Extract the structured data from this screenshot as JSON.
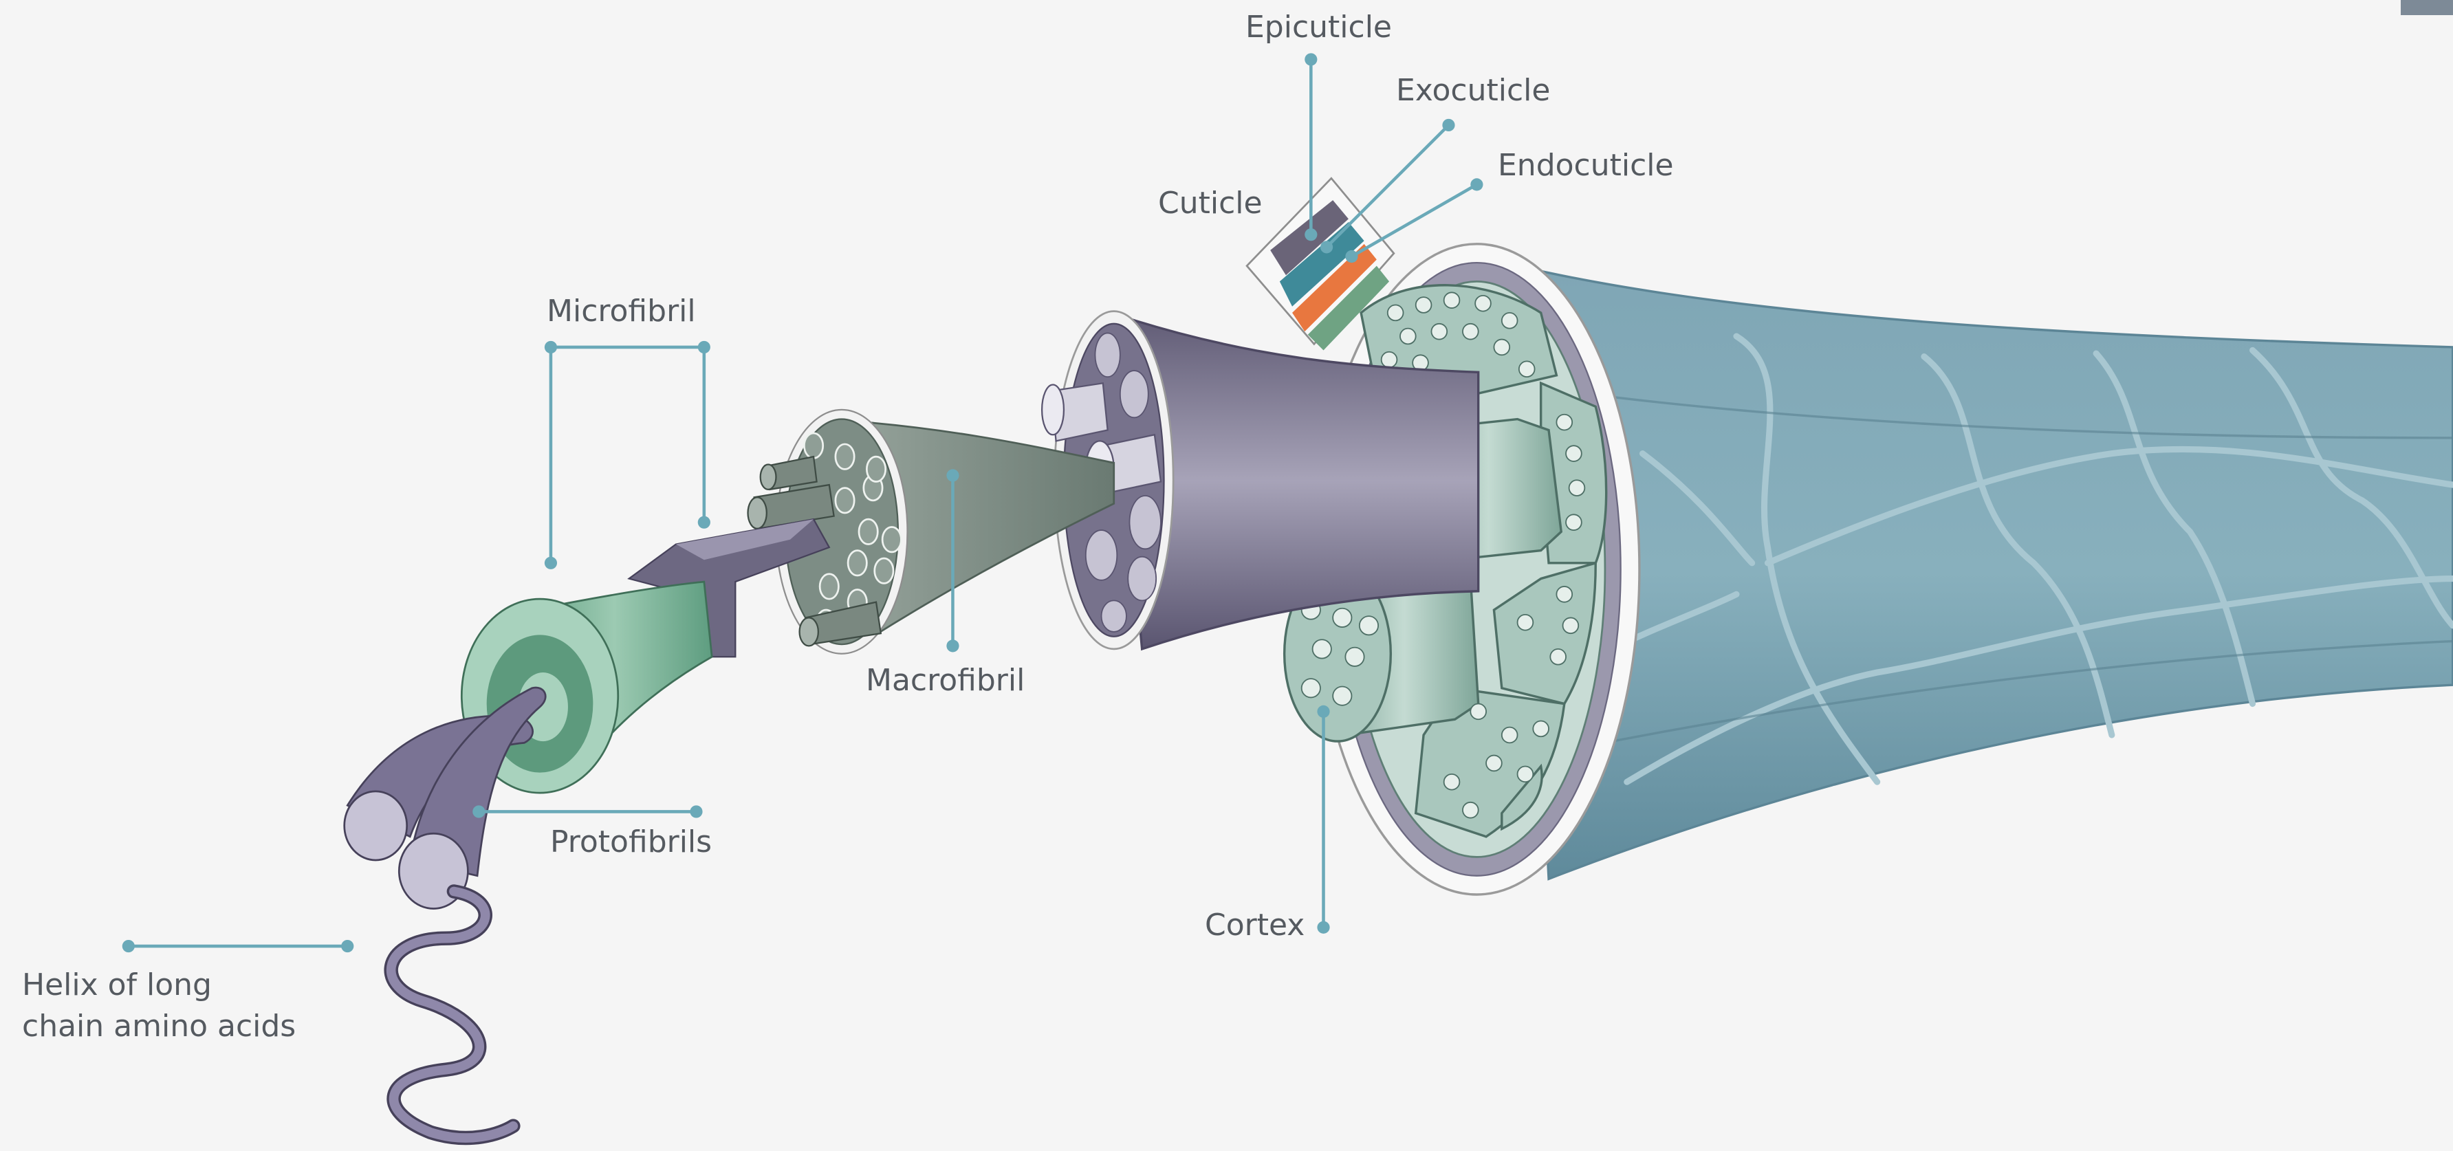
{
  "labels": {
    "epicuticle": "Epicuticle",
    "exocuticle": "Exocuticle",
    "endocuticle": "Endocuticle",
    "cuticle": "Cuticle",
    "microfibril": "Microfibril",
    "macrofibril": "Macrofibril",
    "protofibrils": "Protofibrils",
    "cortex": "Cortex",
    "helix": "Helix of long\nchain amino acids"
  },
  "colors": {
    "background": "#f5f5f5",
    "leader": "#6aa9b8",
    "label_text": "#555a60",
    "hair_shaft": "#6e98a8",
    "cuticle_scale_edge": "#a8c7d1",
    "cortex": "#8fb3a8",
    "macrofibril_purple": "#6d6882",
    "microfibril_grey": "#76877e",
    "protofibril_green": "#72a68c",
    "helix_purple": "#7a7394",
    "epicuticle_band": "#6a6478",
    "exocuticle_band": "#3f8a99",
    "endocuticle_band": "#e8773f",
    "inner_band": "#6fa383",
    "corner_tab": "#7d8a97"
  }
}
